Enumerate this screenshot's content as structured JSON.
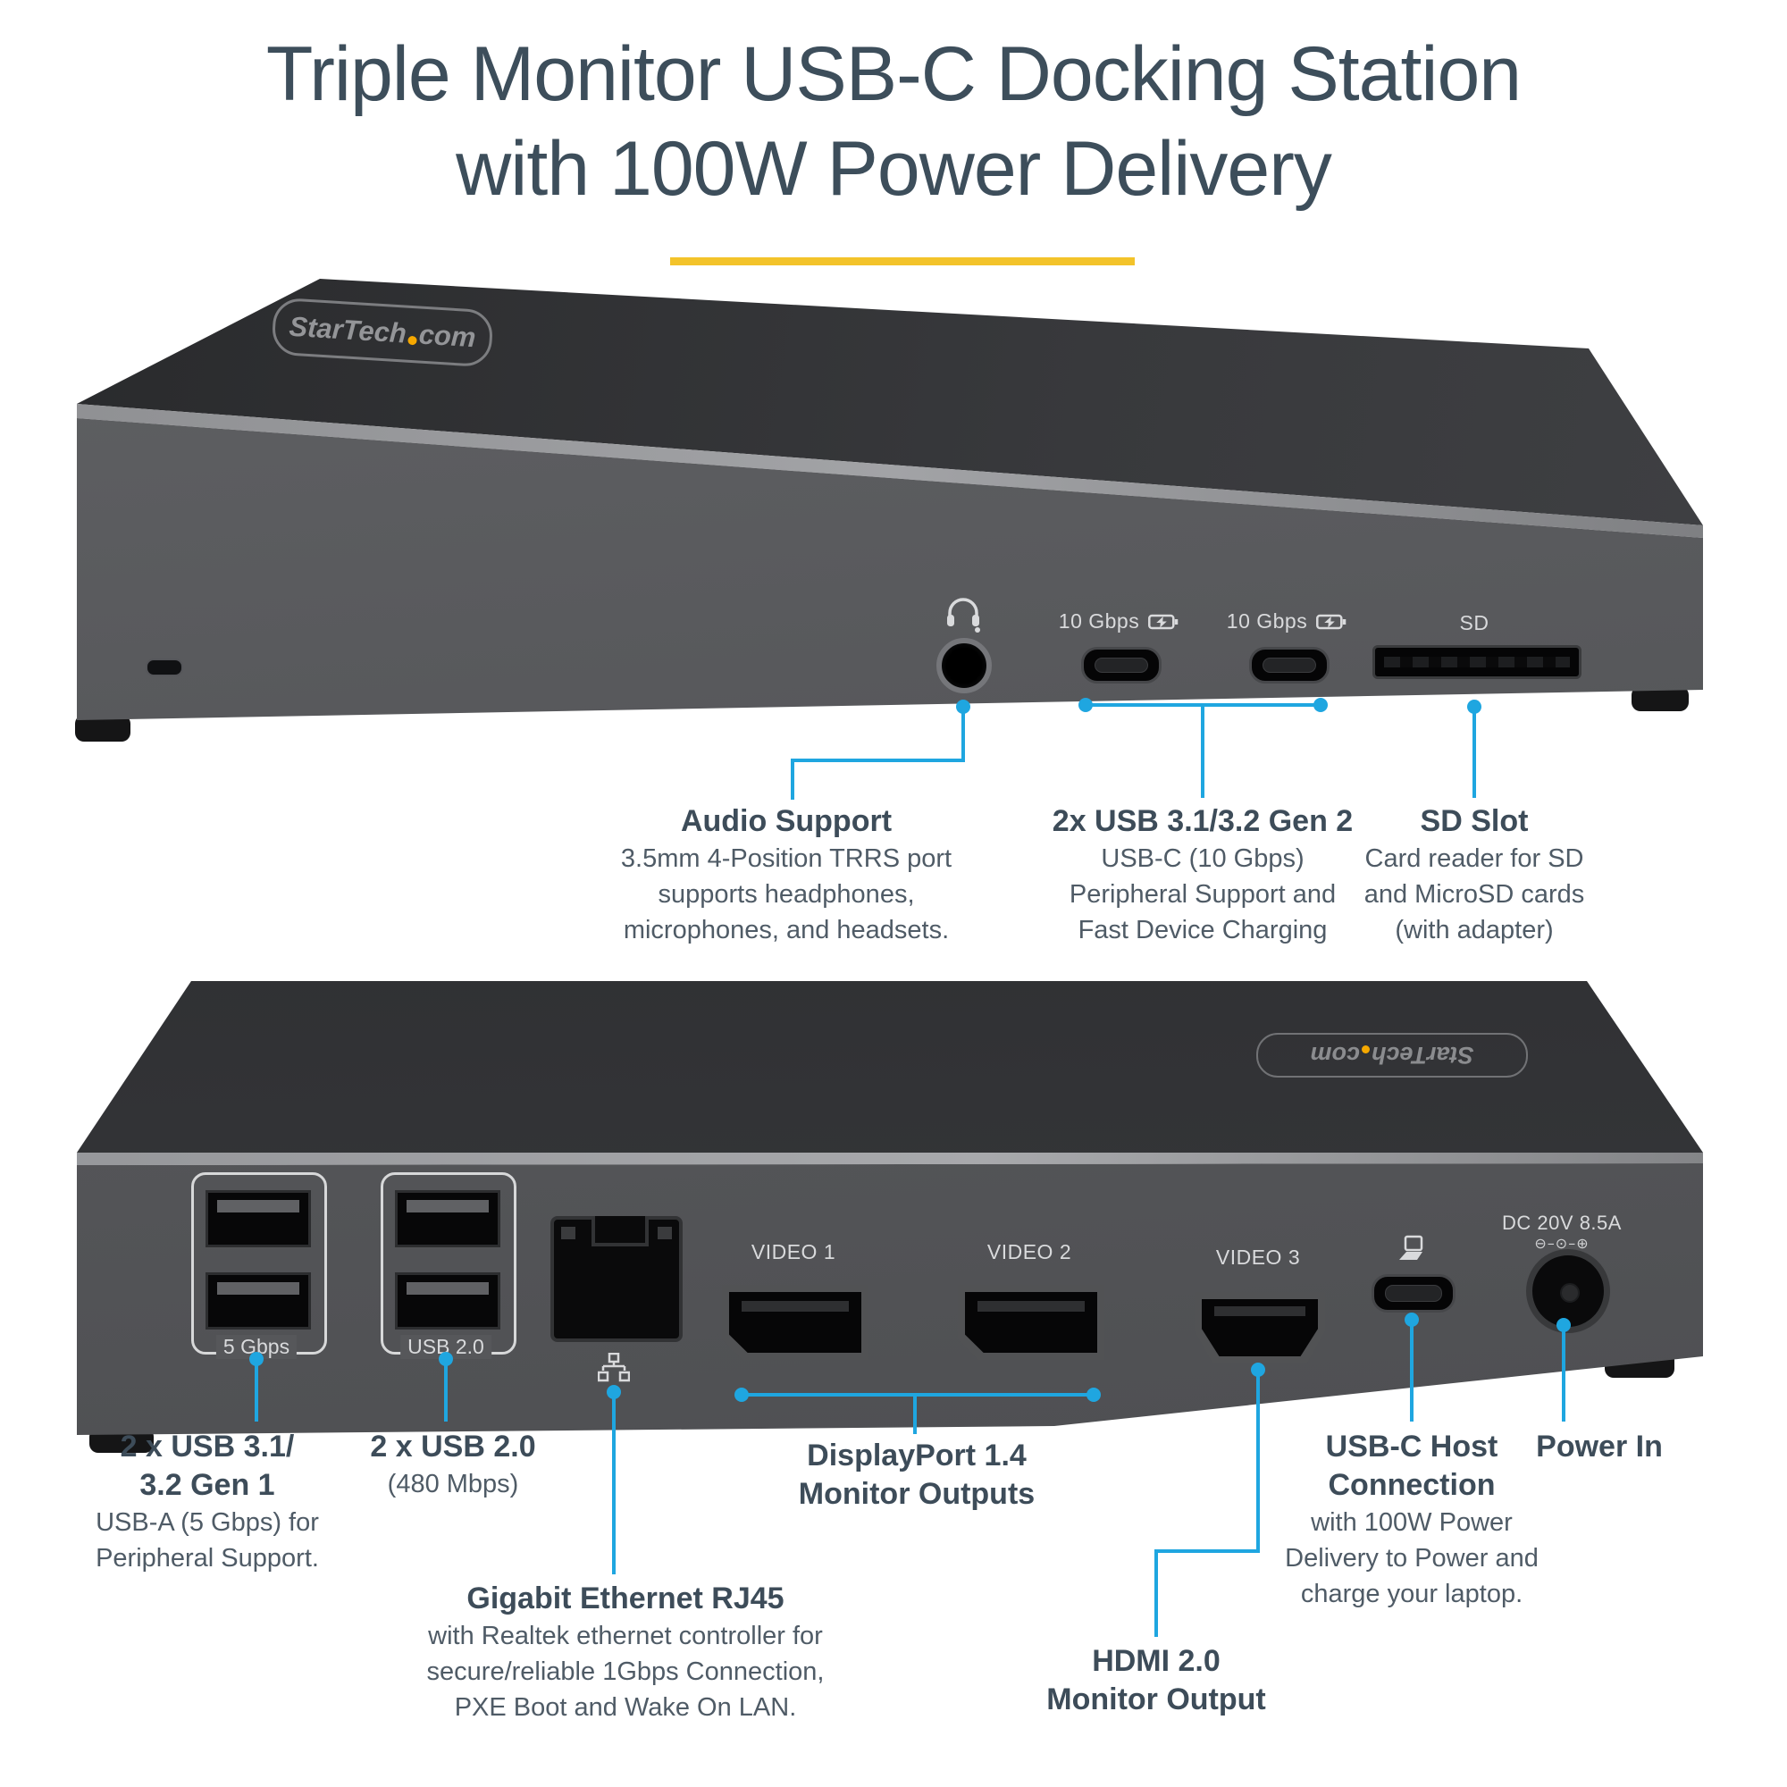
{
  "title": {
    "line1": "Triple Monitor USB-C Docking Station",
    "line2": "with 100W Power Delivery"
  },
  "brand": {
    "logo_left": "StarTech",
    "logo_right": "com"
  },
  "front_panel": {
    "port_labels": {
      "usbc_speed": "10 Gbps",
      "sd": "SD"
    },
    "callouts": {
      "audio": {
        "heading": "Audio Support",
        "line1": "3.5mm 4-Position TRRS port",
        "line2": "supports headphones,",
        "line3": "microphones, and headsets."
      },
      "usbc": {
        "heading": "2x USB 3.1/3.2 Gen 2",
        "line1": "USB-C (10 Gbps)",
        "line2": "Peripheral Support and",
        "line3": "Fast Device Charging"
      },
      "sd": {
        "heading": "SD Slot",
        "line1": "Card reader for SD",
        "line2": "and MicroSD cards",
        "line3": "(with adapter)"
      }
    }
  },
  "back_panel": {
    "port_labels": {
      "usb_fast": "5 Gbps",
      "usb_20": "USB 2.0",
      "video1": "VIDEO 1",
      "video2": "VIDEO 2",
      "video3": "VIDEO 3",
      "dc": "DC 20V 8.5A",
      "polarity": "⊖–⊙–⊕"
    },
    "callouts": {
      "usb31": {
        "heading1": "2 x USB 3.1/",
        "heading2": "3.2 Gen 1",
        "line1": "USB-A (5 Gbps) for",
        "line2": "Peripheral Support."
      },
      "usb20": {
        "heading": "2 x USB 2.0",
        "line1": "(480 Mbps)"
      },
      "ethernet": {
        "heading": "Gigabit Ethernet RJ45",
        "line1": "with Realtek ethernet controller for",
        "line2": "secure/reliable 1Gbps Connection,",
        "line3": "PXE Boot and Wake On LAN."
      },
      "displayport": {
        "heading1": "DisplayPort 1.4",
        "heading2": "Monitor Outputs"
      },
      "hdmi": {
        "heading1": "HDMI 2.0",
        "heading2": "Monitor Output"
      },
      "usbc_host": {
        "heading1": "USB-C Host",
        "heading2": "Connection",
        "line1": "with 100W Power",
        "line2": "Delivery to Power and",
        "line3": "charge your laptop."
      },
      "power": {
        "heading": "Power In"
      }
    }
  },
  "colors": {
    "accent_blue": "#1fa6e0",
    "underline_yellow": "#f3c32a",
    "logo_orange": "#f5a800",
    "heading_text": "#3d4c59",
    "body_text": "#4f5b66"
  }
}
